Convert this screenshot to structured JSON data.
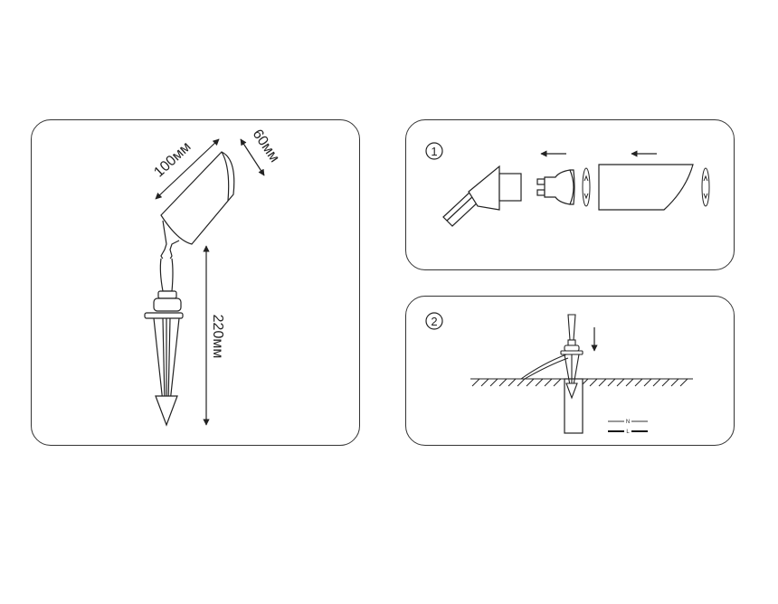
{
  "dimensions": {
    "length": "100мм",
    "width": "60мм",
    "height": "220мм"
  },
  "steps": [
    {
      "number": "1"
    },
    {
      "number": "2"
    }
  ],
  "wiring_legend": {
    "neutral": "N",
    "live": "L"
  }
}
